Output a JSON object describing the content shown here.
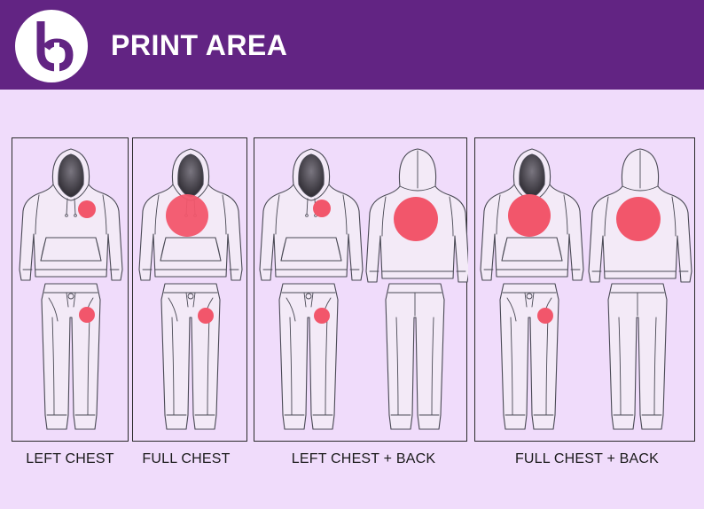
{
  "header": {
    "title": "PRINT AREA",
    "background_color": "#622483"
  },
  "print_marker_color": "#f2566b",
  "options": [
    {
      "id": "left-chest",
      "caption": "LEFT CHEST"
    },
    {
      "id": "full-chest",
      "caption": "FULL CHEST"
    },
    {
      "id": "left-chest-back",
      "caption": "LEFT CHEST + BACK"
    },
    {
      "id": "full-chest-back",
      "caption": "FULL CHEST + BACK"
    }
  ]
}
